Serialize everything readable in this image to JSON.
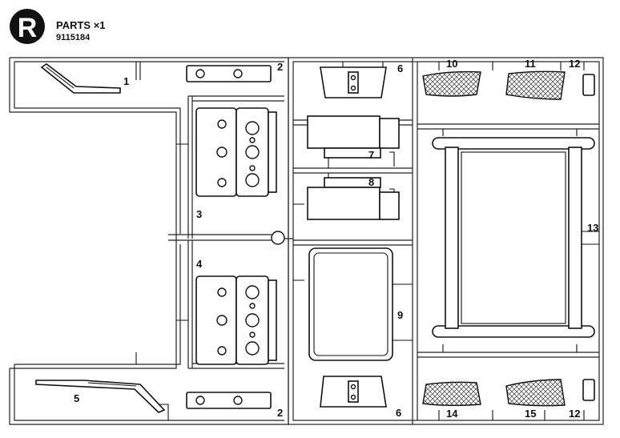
{
  "header": {
    "badge_letter": "R",
    "title": "PARTS ×1",
    "code": "9115184"
  },
  "parts": {
    "p1": "1",
    "p2_top": "2",
    "p2_bottom": "2",
    "p3": "3",
    "p4": "4",
    "p5": "5",
    "p6_top": "6",
    "p6_bottom": "6",
    "p7": "7",
    "p8": "8",
    "p9": "9",
    "p10": "10",
    "p11": "11",
    "p12_top": "12",
    "p12_bottom": "12",
    "p13": "13",
    "p14": "14",
    "p15": "15"
  }
}
